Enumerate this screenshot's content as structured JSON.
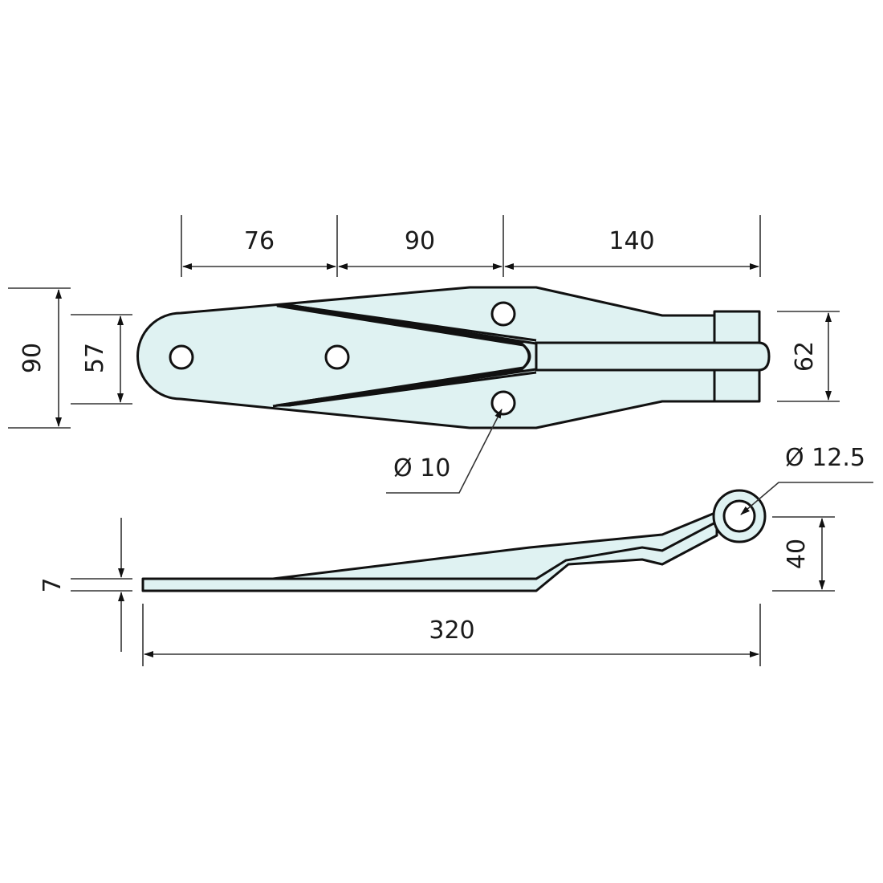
{
  "drawing": {
    "title": "Hinge technical drawing",
    "colors": {
      "part_fill": "#dff2f2",
      "outline": "#111111",
      "dimension_line": "#333333"
    },
    "top_view": {
      "dimensions": {
        "span_1": "76",
        "span_2": "90",
        "span_3": "140",
        "overall_height": "90",
        "hole_spacing": "57",
        "knuckle_width": "62",
        "hole_diameter": "Ø 10"
      }
    },
    "side_view": {
      "dimensions": {
        "thickness": "7",
        "overall_length": "320",
        "pin_height": "40",
        "pin_diameter": "Ø 12.5"
      }
    }
  }
}
